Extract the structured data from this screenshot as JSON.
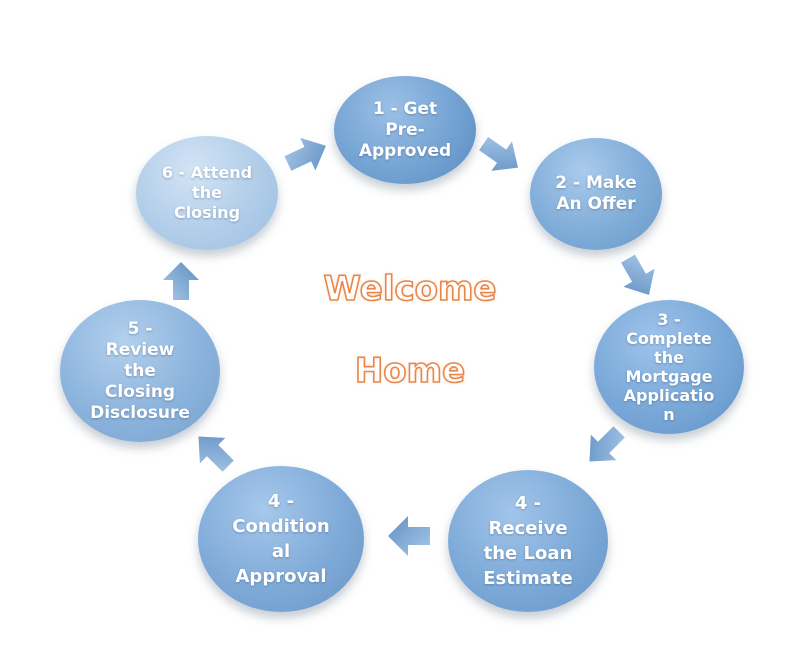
{
  "center_text": "Welcome\nHome",
  "colors": {
    "node_light": "#c6dbf2",
    "node_mid": "#8fb6de",
    "node_dark": "#6f9fd0",
    "arrow": "#7ea7d2",
    "center_outline": "#e9874a"
  },
  "nodes": [
    {
      "label": "1 - Get\nPre-\nApproved",
      "icon": "circle-step-1"
    },
    {
      "label": "2 - Make\nAn Offer",
      "icon": "circle-step-2"
    },
    {
      "label": "3 -\nComplete\nthe\nMortgage\nApplicatio\nn",
      "icon": "circle-step-3"
    },
    {
      "label": "4 -\nReceive\nthe Loan\nEstimate",
      "icon": "circle-step-4a"
    },
    {
      "label": "4 -\nCondition\nal\nApproval",
      "icon": "circle-step-4b"
    },
    {
      "label": "5 -\nReview\nthe\nClosing\nDisclosure",
      "icon": "circle-step-5"
    },
    {
      "label": "6 - Attend\nthe\nClosing",
      "icon": "circle-step-6"
    }
  ]
}
